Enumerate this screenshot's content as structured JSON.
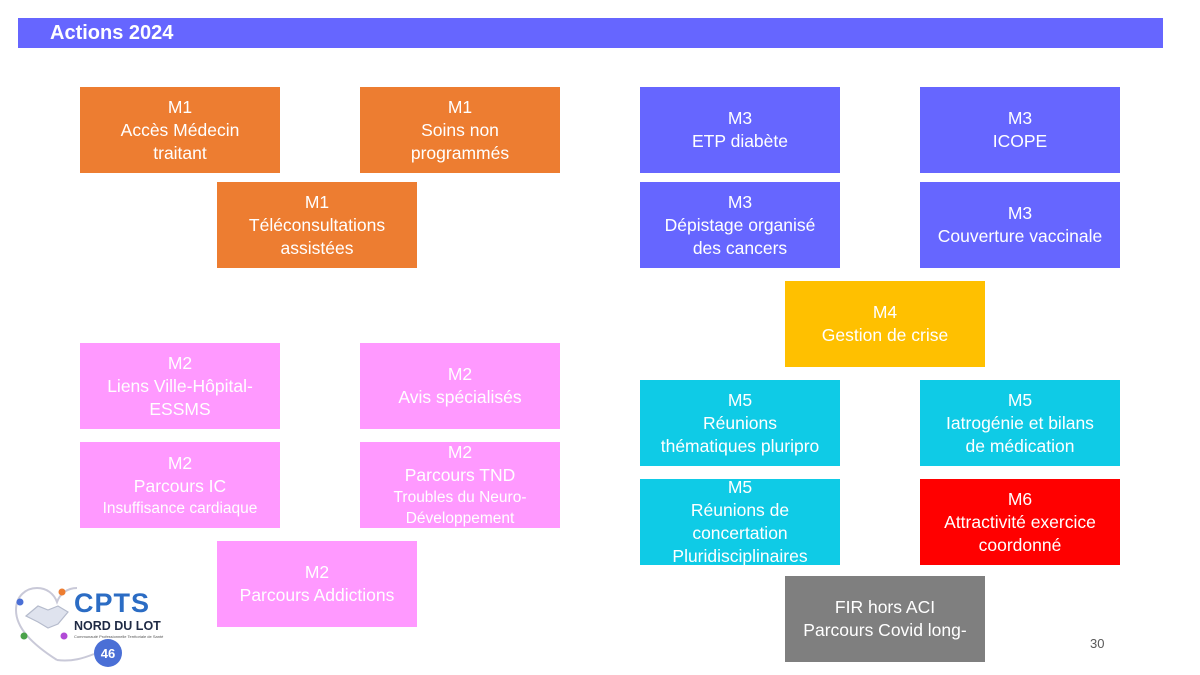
{
  "header": {
    "title": "Actions 2024"
  },
  "boxes": {
    "m1_acces": [
      "M1",
      "Accès Médecin",
      "traitant"
    ],
    "m1_soins": [
      "M1",
      "Soins non",
      "programmés"
    ],
    "m1_telecons": [
      "M1",
      "Téléconsultations",
      "assistées"
    ],
    "m2_liens": [
      "M2",
      "Liens Ville-Hôpital-",
      "ESSMS"
    ],
    "m2_avis": [
      "M2",
      "Avis spécialisés"
    ],
    "m2_ic": [
      "M2",
      "Parcours IC",
      "Insuffisance cardiaque"
    ],
    "m2_tnd": [
      "M2",
      "Parcours TND",
      "Troubles du Neuro-",
      "Développement"
    ],
    "m2_addictions": [
      "M2",
      "Parcours Addictions"
    ],
    "m3_etp": [
      "M3",
      "ETP diabète"
    ],
    "m3_icope": [
      "M3",
      "ICOPE"
    ],
    "m3_depistage": [
      "M3",
      "Dépistage organisé",
      "des cancers"
    ],
    "m3_couverture": [
      "M3",
      "Couverture vaccinale"
    ],
    "m4_crise": [
      "M4",
      "Gestion de crise"
    ],
    "m5_reunions_them": [
      "M5",
      "Réunions",
      "thématiques pluripro"
    ],
    "m5_iatrogenie": [
      "M5",
      "Iatrogénie et bilans",
      "de médication"
    ],
    "m5_concertation": [
      "M5",
      "Réunions de",
      "concertation",
      "Pluridisciplinaires"
    ],
    "m6_attractivite": [
      "M6",
      "Attractivité exercice",
      "coordonné"
    ],
    "fir_covid": [
      "FIR hors ACI",
      "Parcours Covid long-"
    ]
  },
  "colors": {
    "title_bar": "#6666ff",
    "m1": "#ed7d31",
    "m2": "#ff99ff",
    "m3": "#6666ff",
    "m4": "#ffc000",
    "m5": "#0fcbe6",
    "m6": "#ff0000",
    "fir": "#7f7f7f"
  },
  "logo": {
    "title": "CPTS",
    "subtitle": "NORD DU LOT",
    "tagline": "Communauté Professionnelle Territoriale de Santé",
    "badge": "46"
  },
  "page_number": "30"
}
